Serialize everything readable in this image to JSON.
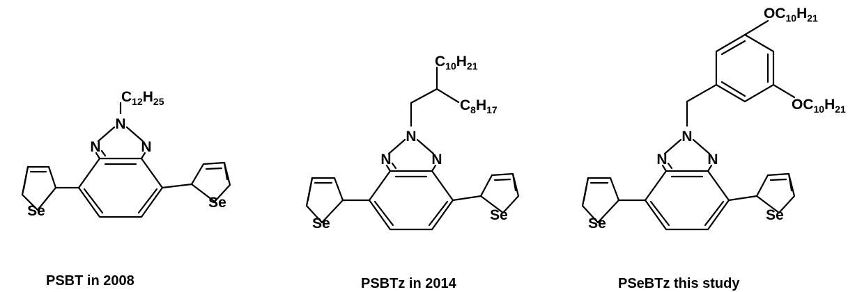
{
  "structures": [
    {
      "caption": "PSBT in 2008",
      "atoms": {
        "n_top": "N",
        "n_left": "N",
        "n_right": "N",
        "se_left": "Se",
        "se_right": "Se"
      },
      "chain": {
        "c": "C",
        "n1": "12",
        "h": "H",
        "n2": "25"
      }
    },
    {
      "caption": "PSBTz in 2014",
      "atoms": {
        "n_top": "N",
        "n_left": "N",
        "n_right": "N",
        "se_left": "Se",
        "se_right": "Se"
      },
      "branch_a": {
        "c": "C",
        "n1": "10",
        "h": "H",
        "n2": "21"
      },
      "branch_b": {
        "c": "C",
        "n1": "8",
        "h": "H",
        "n2": "17"
      }
    },
    {
      "caption": "PSeBTz this study",
      "atoms": {
        "n_top": "N",
        "n_left": "N",
        "n_right": "N",
        "se_left": "Se",
        "se_right": "Se"
      },
      "alkoxy_top": {
        "o": "OC",
        "n1": "10",
        "h": "H",
        "n2": "21"
      },
      "alkoxy_bottom": {
        "o": "OC",
        "n1": "10",
        "h": "H",
        "n2": "21"
      }
    }
  ]
}
